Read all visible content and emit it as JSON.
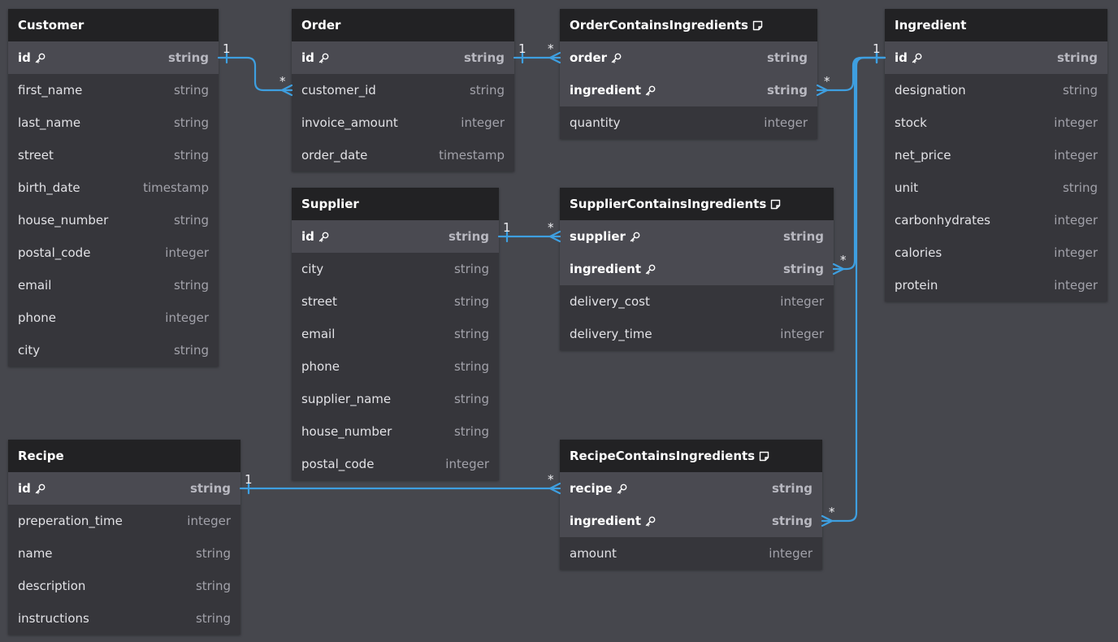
{
  "colors": {
    "background": "#46474d",
    "header": "#222224",
    "row": "#36363b",
    "row_alt": "#4a4a51",
    "connector": "#3e9fe0"
  },
  "tables": [
    {
      "id": "Customer",
      "name": "Customer",
      "note": false,
      "fields": [
        {
          "name": "id",
          "type": "string",
          "pk": true
        },
        {
          "name": "first_name",
          "type": "string"
        },
        {
          "name": "last_name",
          "type": "string"
        },
        {
          "name": "street",
          "type": "string"
        },
        {
          "name": "birth_date",
          "type": "timestamp"
        },
        {
          "name": "house_number",
          "type": "string"
        },
        {
          "name": "postal_code",
          "type": "integer"
        },
        {
          "name": "email",
          "type": "string"
        },
        {
          "name": "phone",
          "type": "integer"
        },
        {
          "name": "city",
          "type": "string"
        }
      ]
    },
    {
      "id": "Order",
      "name": "Order",
      "note": false,
      "fields": [
        {
          "name": "id",
          "type": "string",
          "pk": true
        },
        {
          "name": "customer_id",
          "type": "string"
        },
        {
          "name": "invoice_amount",
          "type": "integer"
        },
        {
          "name": "order_date",
          "type": "timestamp"
        }
      ]
    },
    {
      "id": "OrderContainsIngredients",
      "name": "OrderContainsIngredients",
      "note": true,
      "fields": [
        {
          "name": "order",
          "type": "string",
          "pk": true
        },
        {
          "name": "ingredient",
          "type": "string",
          "pk": true
        },
        {
          "name": "quantity",
          "type": "integer"
        }
      ]
    },
    {
      "id": "Ingredient",
      "name": "Ingredient",
      "note": false,
      "fields": [
        {
          "name": "id",
          "type": "string",
          "pk": true
        },
        {
          "name": "designation",
          "type": "string"
        },
        {
          "name": "stock",
          "type": "integer"
        },
        {
          "name": "net_price",
          "type": "integer"
        },
        {
          "name": "unit",
          "type": "string"
        },
        {
          "name": "carbonhydrates",
          "type": "integer"
        },
        {
          "name": "calories",
          "type": "integer"
        },
        {
          "name": "protein",
          "type": "integer"
        }
      ]
    },
    {
      "id": "Supplier",
      "name": "Supplier",
      "note": false,
      "fields": [
        {
          "name": "id",
          "type": "string",
          "pk": true
        },
        {
          "name": "city",
          "type": "string"
        },
        {
          "name": "street",
          "type": "string"
        },
        {
          "name": "email",
          "type": "string"
        },
        {
          "name": "phone",
          "type": "string"
        },
        {
          "name": "supplier_name",
          "type": "string"
        },
        {
          "name": "house_number",
          "type": "string"
        },
        {
          "name": "postal_code",
          "type": "integer"
        }
      ]
    },
    {
      "id": "SupplierContainsIngredients",
      "name": "SupplierContainsIngredients",
      "note": true,
      "fields": [
        {
          "name": "supplier",
          "type": "string",
          "pk": true
        },
        {
          "name": "ingredient",
          "type": "string",
          "pk": true
        },
        {
          "name": "delivery_cost",
          "type": "integer"
        },
        {
          "name": "delivery_time",
          "type": "integer"
        }
      ]
    },
    {
      "id": "Recipe",
      "name": "Recipe",
      "note": false,
      "fields": [
        {
          "name": "id",
          "type": "string",
          "pk": true
        },
        {
          "name": "preperation_time",
          "type": "integer"
        },
        {
          "name": "name",
          "type": "string"
        },
        {
          "name": "description",
          "type": "string"
        },
        {
          "name": "instructions",
          "type": "string"
        }
      ]
    },
    {
      "id": "RecipeContainsIngredients",
      "name": "RecipeContainsIngredients",
      "note": true,
      "fields": [
        {
          "name": "recipe",
          "type": "string",
          "pk": true
        },
        {
          "name": "ingredient",
          "type": "string",
          "pk": true
        },
        {
          "name": "amount",
          "type": "integer"
        }
      ]
    }
  ],
  "relations": [
    {
      "from": "Customer.id",
      "to": "Order.customer_id",
      "from_card": "1",
      "to_card": "*"
    },
    {
      "from": "Order.id",
      "to": "OrderContainsIngredients.order",
      "from_card": "1",
      "to_card": "*"
    },
    {
      "from": "Supplier.id",
      "to": "SupplierContainsIngredients.supplier",
      "from_card": "1",
      "to_card": "*"
    },
    {
      "from": "Recipe.id",
      "to": "RecipeContainsIngredients.recipe",
      "from_card": "1",
      "to_card": "*"
    },
    {
      "from": "Ingredient.id",
      "to": "OrderContainsIngredients.ingredient",
      "from_card": "1",
      "to_card": "*"
    },
    {
      "from": "Ingredient.id",
      "to": "SupplierContainsIngredients.ingredient",
      "from_card": "1",
      "to_card": "*"
    },
    {
      "from": "Ingredient.id",
      "to": "RecipeContainsIngredients.ingredient",
      "from_card": "1",
      "to_card": "*"
    }
  ]
}
